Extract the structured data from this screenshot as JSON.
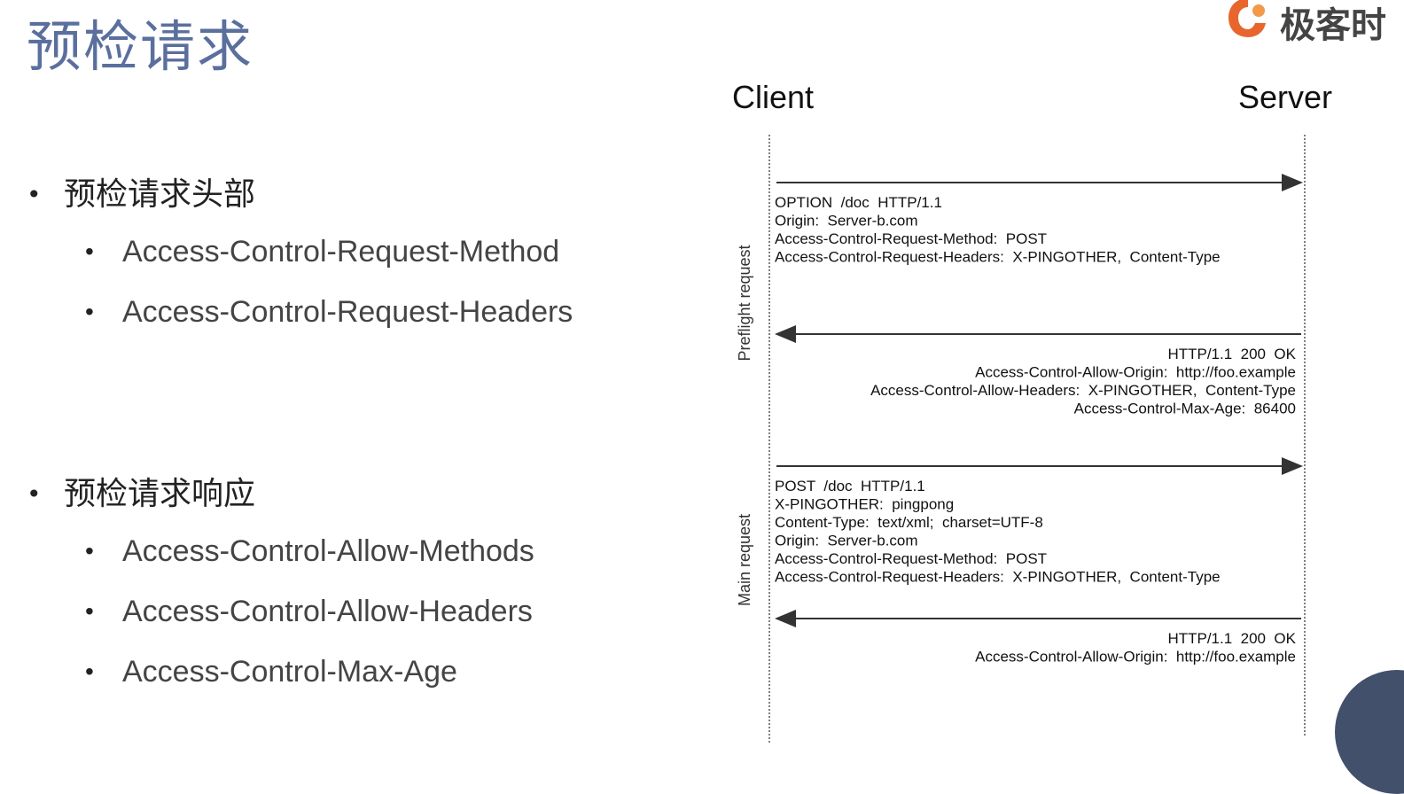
{
  "slide": {
    "title": "预检请求"
  },
  "logo": {
    "text": "极客时"
  },
  "groups": [
    {
      "heading": "预检请求头部",
      "items": [
        "Access-Control-Request-Method",
        "Access-Control-Request-Headers"
      ]
    },
    {
      "heading": "预检请求响应",
      "items": [
        "Access-Control-Allow-Methods",
        "Access-Control-Allow-Headers",
        "Access-Control-Max-Age"
      ]
    }
  ],
  "diagram": {
    "client_label": "Client",
    "server_label": "Server",
    "section_labels": {
      "preflight": "Preflight request",
      "main": "Main request"
    },
    "messages": [
      {
        "direction": "to-server",
        "lines": [
          "OPTION  /doc  HTTP/1.1",
          "Origin:  Server-b.com",
          "Access-Control-Request-Method:  POST",
          "Access-Control-Request-Headers:  X-PINGOTHER,  Content-Type"
        ]
      },
      {
        "direction": "to-client",
        "lines": [
          "HTTP/1.1  200  OK",
          "Access-Control-Allow-Origin:  http://foo.example",
          "Access-Control-Allow-Headers:  X-PINGOTHER,  Content-Type",
          "Access-Control-Max-Age:  86400"
        ]
      },
      {
        "direction": "to-server",
        "lines": [
          "POST  /doc  HTTP/1.1",
          "X-PINGOTHER:  pingpong",
          "Content-Type:  text/xml;  charset=UTF-8",
          "Origin:  Server-b.com",
          "Access-Control-Request-Method:  POST",
          "Access-Control-Request-Headers:  X-PINGOTHER,  Content-Type"
        ]
      },
      {
        "direction": "to-client",
        "lines": [
          "HTTP/1.1  200  OK",
          "Access-Control-Allow-Origin:  http://foo.example"
        ]
      }
    ]
  },
  "colors": {
    "title": "#5b6f9e",
    "logo_accent": "#e8662c",
    "line": "#333333"
  }
}
